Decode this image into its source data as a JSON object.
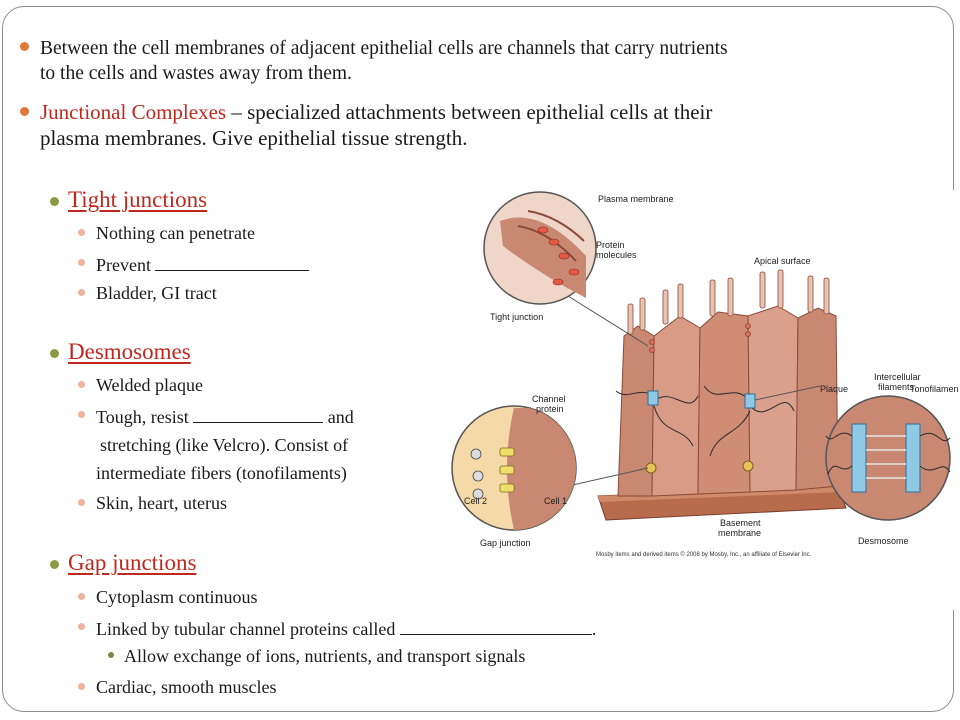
{
  "intro": {
    "line1": "Between the cell membranes of adjacent epithelial cells are channels that carry nutrients",
    "line2": "to the cells and wastes away from them."
  },
  "complexes": {
    "term": "Junctional Complexes",
    "line1_rest": " – specialized attachments between epithelial cells at their",
    "line2": "plasma membranes. Give epithelial tissue strength."
  },
  "tight": {
    "heading": "Tight junctions",
    "items": [
      "Nothing can penetrate",
      "Prevent ",
      "Bladder, GI tract"
    ]
  },
  "desmosomes": {
    "heading": "Desmosomes",
    "item1": "Welded plaque",
    "item2_pre": "Tough, resist ",
    "item2_post": " and",
    "item2_cont1": "stretching (like Velcro). Consist of",
    "item2_cont2": "intermediate fibers (tonofilaments)",
    "item3": "Skin, heart, uterus"
  },
  "gap": {
    "heading": "Gap junctions",
    "item1": "Cytoplasm continuous",
    "item2_pre": "Linked by tubular channel proteins called ",
    "item2_post": ".",
    "subitem": "Allow exchange of ions, nutrients, and transport signals",
    "item3": "Cardiac, smooth muscles"
  },
  "figure": {
    "plasma_membrane": "Plasma membrane",
    "protein_molecules_1": "Protein",
    "protein_molecules_2": "molecules",
    "apical_surface": "Apical surface",
    "tight_junction": "Tight junction",
    "channel_protein_1": "Channel",
    "channel_protein_2": "protein",
    "cell2": "Cell 2",
    "cell1": "Cell 1",
    "gap_junction": "Gap junction",
    "plaque": "Plaque",
    "intercellular_1": "Intercellular",
    "intercellular_2": "filaments",
    "tonofilaments": "Tonofilaments",
    "basement_1": "Basement",
    "basement_2": "membrane",
    "desmosome": "Desmosome",
    "copyright": "Mosby items and derived items © 2008 by Mosby, Inc., an affiliate of Elsevier Inc."
  }
}
